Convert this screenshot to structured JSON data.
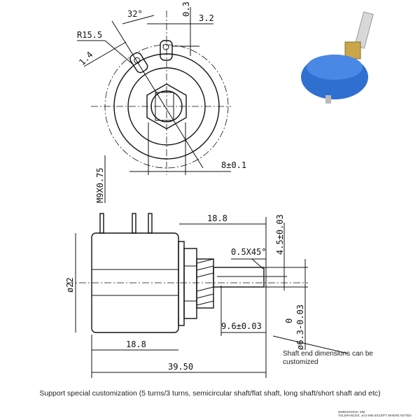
{
  "top_view": {
    "angle": "32°",
    "radius": "R15.5",
    "lug_width": "1.4",
    "offset": "0.3",
    "lug_spacing": "3.2",
    "flat": "8±0.1",
    "thread": "M9X0.75"
  },
  "side_view": {
    "shaft_length": "18.8",
    "chamfer": "0.5X45°",
    "flat_depth": "4.5±0.03",
    "diameter": "ø22",
    "body_length": "18.8",
    "flat_length": "9.6±0.03",
    "shaft_diameter": "ø6.3-0.03",
    "shaft_tol_top": "0",
    "total_length": "39.50"
  },
  "callout": "Shaft end dimensions can be customized",
  "caption": "Support special customization (5 turns/3 turns, semicircular shaft/flat shaft, long shaft/short shaft and etc)",
  "note": {
    "line1": "DIMENSIONS: MM",
    "line2": "TOLERANCES: ±0.5 MM EXCEPT WHERE NOTED"
  },
  "colors": {
    "body_blue": "#2f6fd0",
    "brass": "#c9a64a"
  }
}
